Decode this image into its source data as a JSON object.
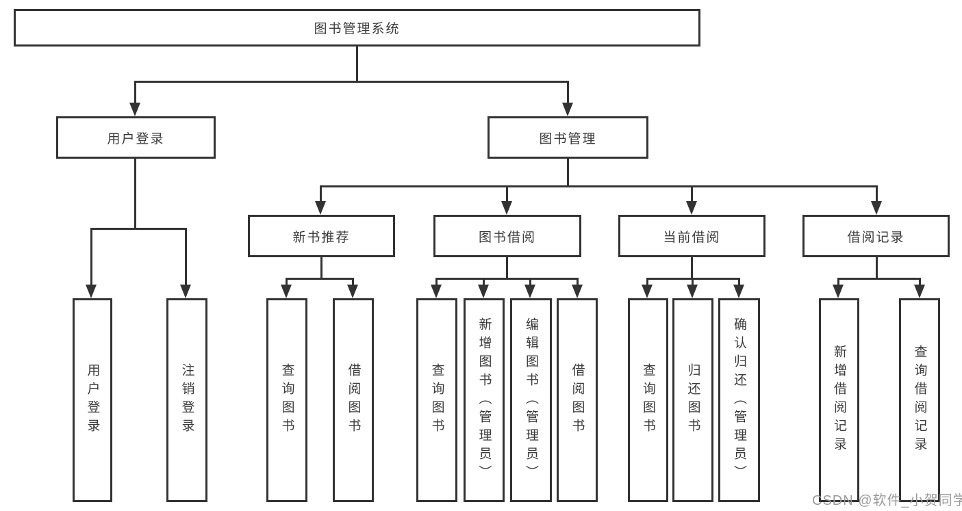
{
  "diagram": {
    "root": {
      "label": "图书管理系统"
    },
    "branches": [
      {
        "label": "用户登录",
        "leaves": [
          {
            "label": "用户登录"
          },
          {
            "label": "注销登录"
          }
        ]
      },
      {
        "label": "图书管理",
        "groups": [
          {
            "label": "新书推荐",
            "leaves": [
              {
                "label": "查询图书"
              },
              {
                "label": "借阅图书"
              }
            ]
          },
          {
            "label": "图书借阅",
            "leaves": [
              {
                "label": "查询图书"
              },
              {
                "label": "新增图书（管理员）"
              },
              {
                "label": "编辑图书（管理员）"
              },
              {
                "label": "借阅图书"
              }
            ]
          },
          {
            "label": "当前借阅",
            "leaves": [
              {
                "label": "查询图书"
              },
              {
                "label": "归还图书"
              },
              {
                "label": "确认归还（管理员）"
              }
            ]
          },
          {
            "label": "借阅记录",
            "leaves": [
              {
                "label": "新增借阅记录"
              },
              {
                "label": "查询借阅记录"
              }
            ]
          }
        ]
      }
    ]
  },
  "watermark": {
    "text": "CSDN @软件_小贺同学"
  },
  "colors": {
    "line": "#333333",
    "text": "#3a3a3a",
    "watermark": "#9b9b9b",
    "background": "#ffffff"
  }
}
